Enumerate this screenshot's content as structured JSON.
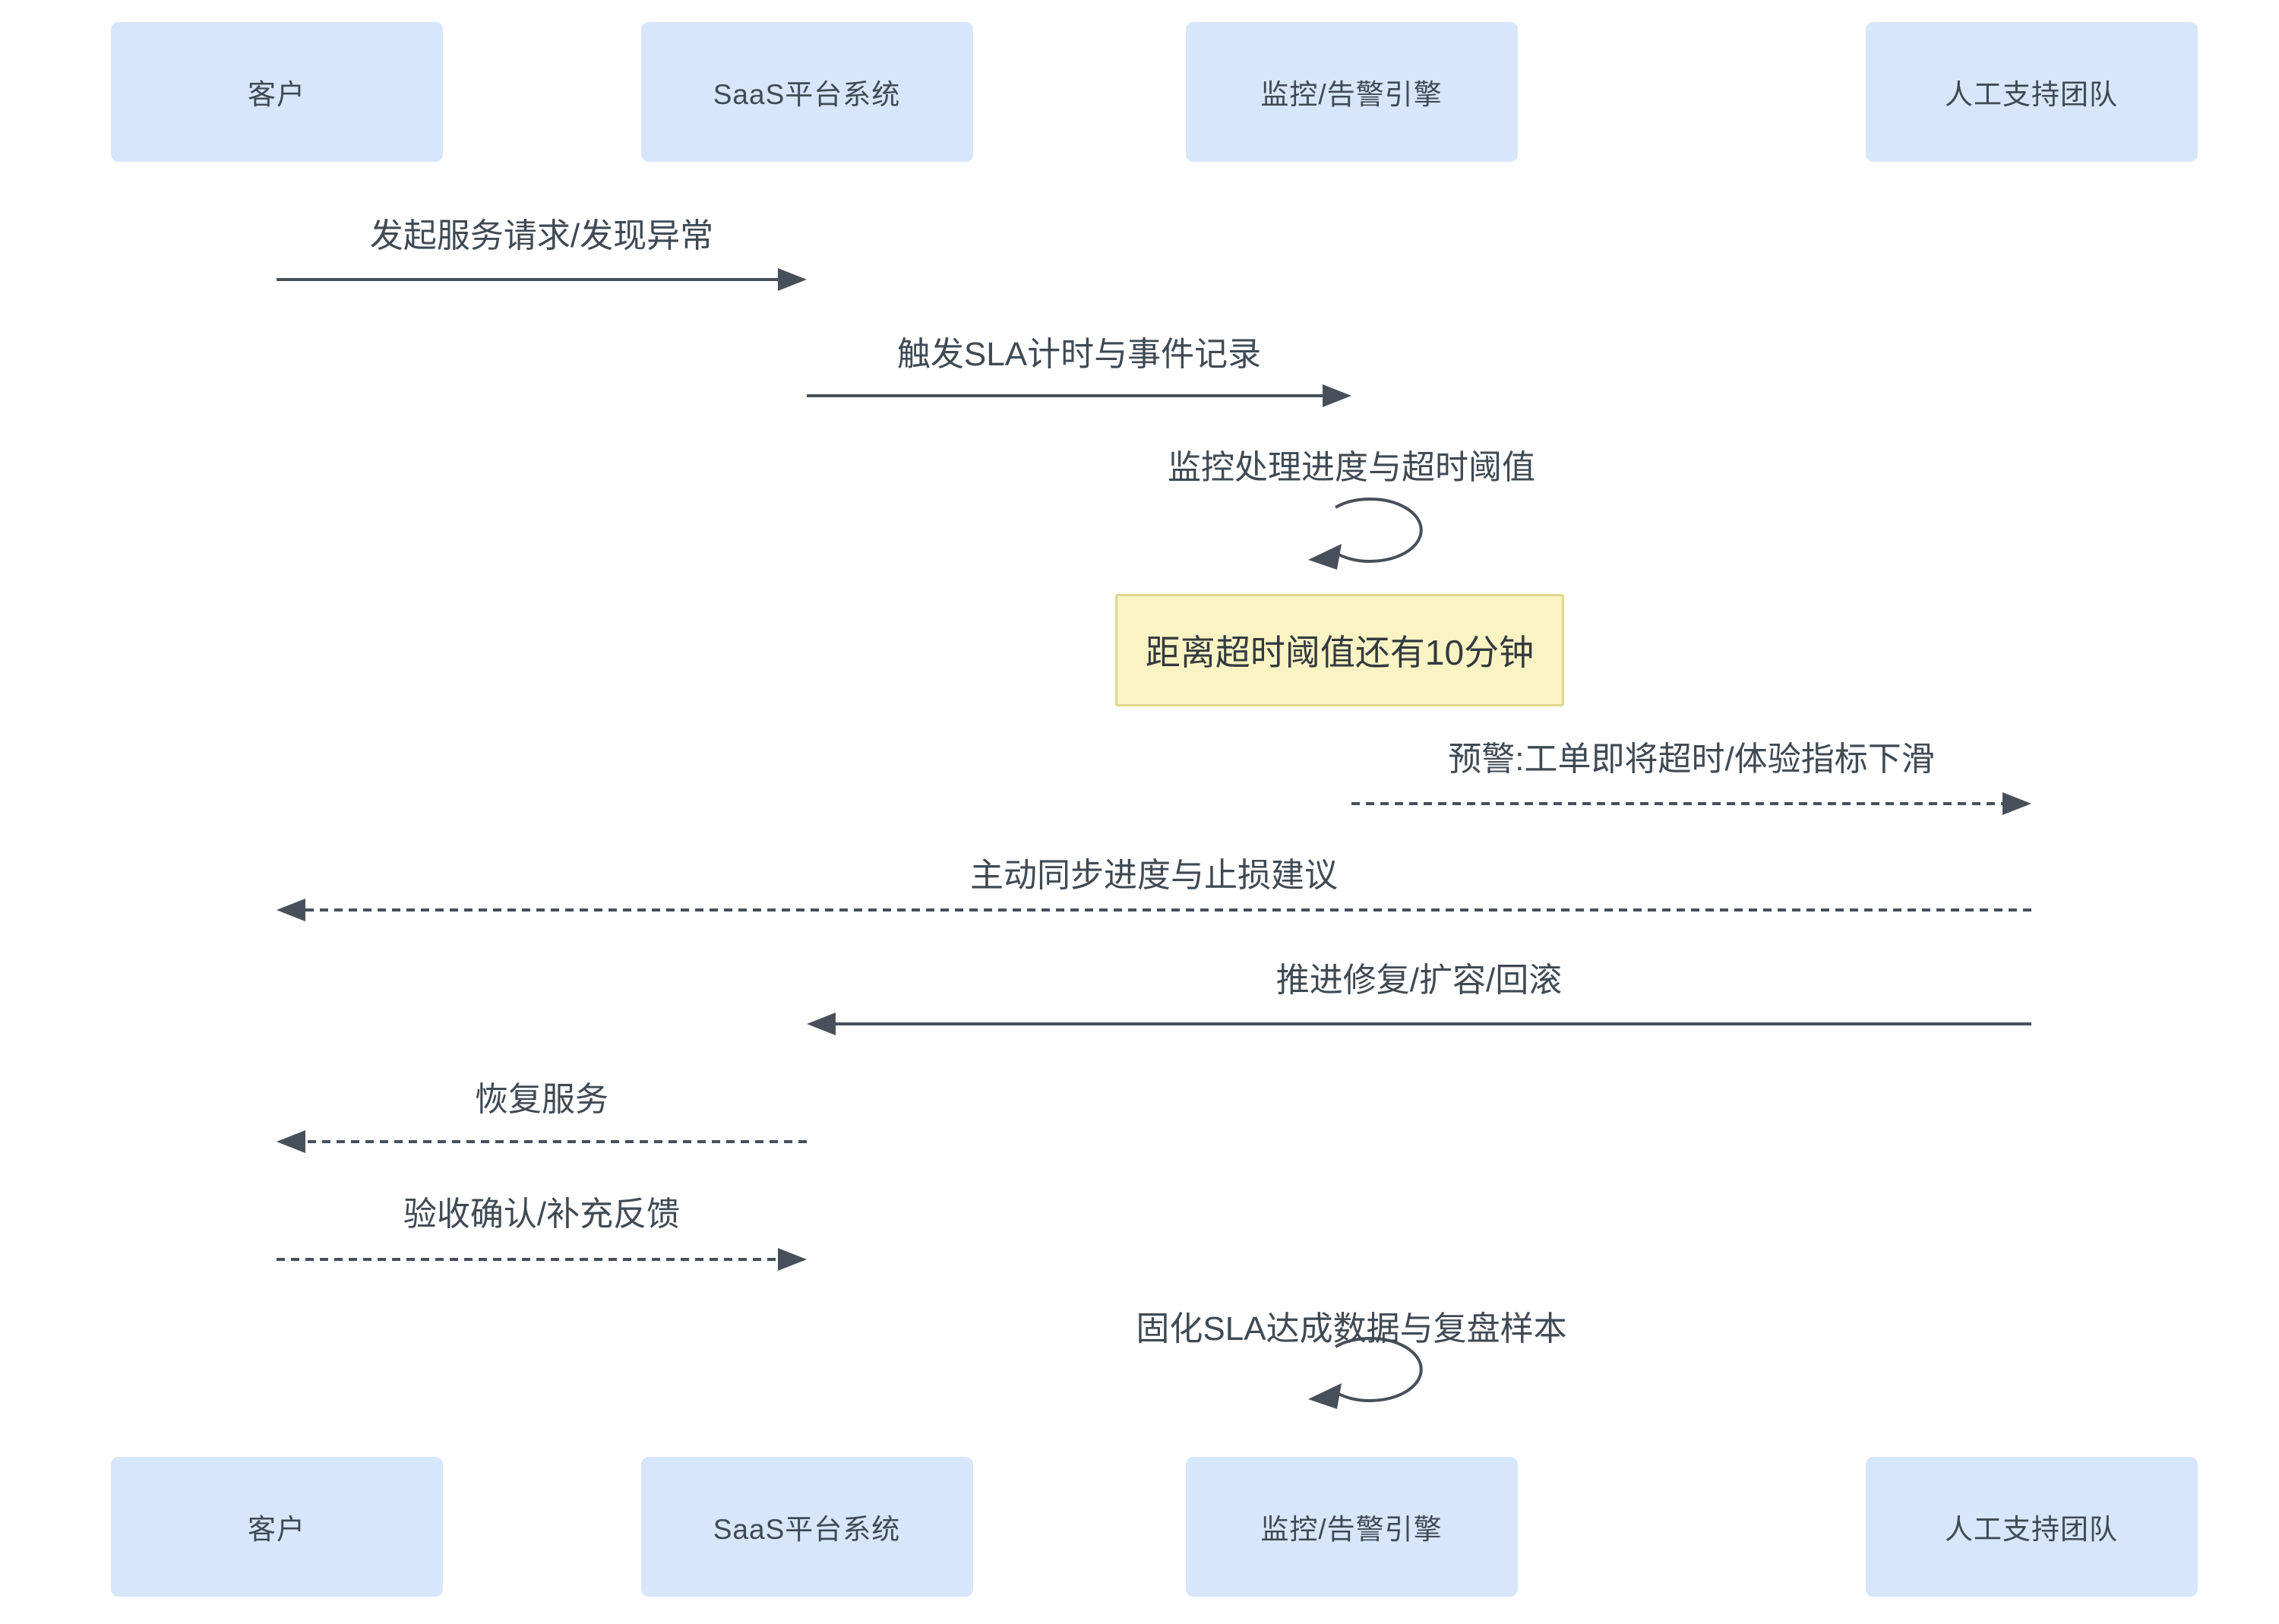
{
  "diagram": {
    "type": "sequence",
    "background": "#ffffff",
    "colors": {
      "actor_fill": "#d7e6fa",
      "actor_text": "#3f4a54",
      "line": "#47505a",
      "message_text": "#3f4a54",
      "note_fill": "#faf3c3",
      "note_border": "#e0d68e",
      "note_text": "#333a40"
    },
    "actors": [
      {
        "id": "customer",
        "label": "客户"
      },
      {
        "id": "saas",
        "label": "SaaS平台系统"
      },
      {
        "id": "monitor",
        "label": "监控/告警引擎"
      },
      {
        "id": "support",
        "label": "人工支持团队"
      }
    ],
    "messages": [
      {
        "kind": "message",
        "from": "customer",
        "to": "saas",
        "style": "solid",
        "label": "发起服务请求/发现异常"
      },
      {
        "kind": "message",
        "from": "saas",
        "to": "monitor",
        "style": "solid",
        "label": "触发SLA计时与事件记录"
      },
      {
        "kind": "self",
        "actor": "monitor",
        "style": "solid",
        "label": "监控处理进度与超时阈值"
      },
      {
        "kind": "note",
        "actor": "monitor",
        "label": "距离超时阈值还有10分钟"
      },
      {
        "kind": "message",
        "from": "monitor",
        "to": "support",
        "style": "dotted",
        "label": "预警:工单即将超时/体验指标下滑"
      },
      {
        "kind": "message",
        "from": "support",
        "to": "customer",
        "style": "dotted",
        "label": "主动同步进度与止损建议"
      },
      {
        "kind": "message",
        "from": "support",
        "to": "saas",
        "style": "solid",
        "label": "推进修复/扩容/回滚"
      },
      {
        "kind": "message",
        "from": "saas",
        "to": "customer",
        "style": "dotted",
        "label": "恢复服务"
      },
      {
        "kind": "message",
        "from": "customer",
        "to": "saas",
        "style": "dotted",
        "label": "验收确认/补充反馈"
      },
      {
        "kind": "self",
        "actor": "monitor",
        "style": "solid",
        "label": "固化SLA达成数据与复盘样本"
      }
    ]
  }
}
